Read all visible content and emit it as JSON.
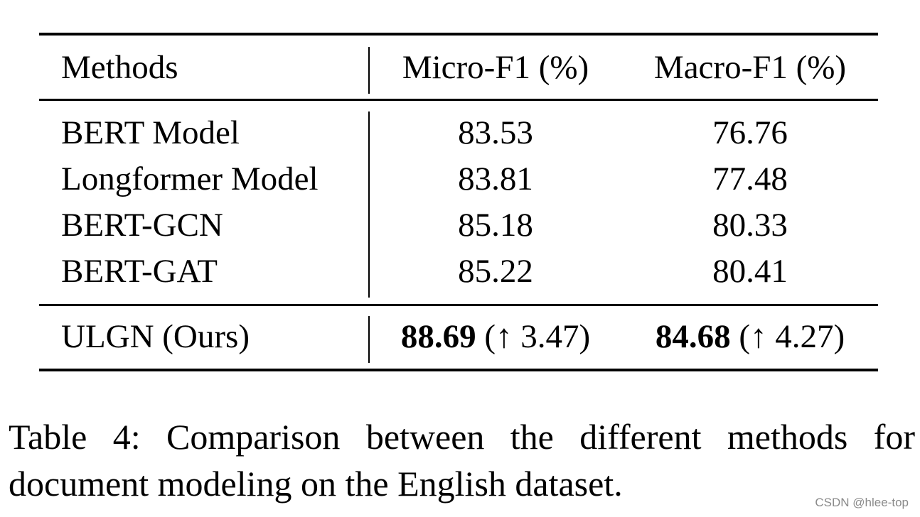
{
  "table": {
    "headers": {
      "methods": "Methods",
      "micro": "Micro-F1 (%)",
      "macro": "Macro-F1 (%)"
    },
    "rows": [
      {
        "method": "BERT Model",
        "micro": "83.53",
        "macro": "76.76"
      },
      {
        "method": "Longformer Model",
        "micro": "83.81",
        "macro": "77.48"
      },
      {
        "method": "BERT-GCN",
        "micro": "85.18",
        "macro": "80.33"
      },
      {
        "method": "BERT-GAT",
        "micro": "85.22",
        "macro": "80.41"
      }
    ],
    "ours": {
      "method": "ULGN (Ours)",
      "micro_value": "88.69",
      "micro_gain": " (↑ 3.47)",
      "macro_value": "84.68",
      "macro_gain": " (↑ 4.27)"
    }
  },
  "caption": {
    "line1": "Table 4: Comparison between the different methods for",
    "line2": "document modeling on the English dataset."
  },
  "watermark": "CSDN @hlee-top"
}
